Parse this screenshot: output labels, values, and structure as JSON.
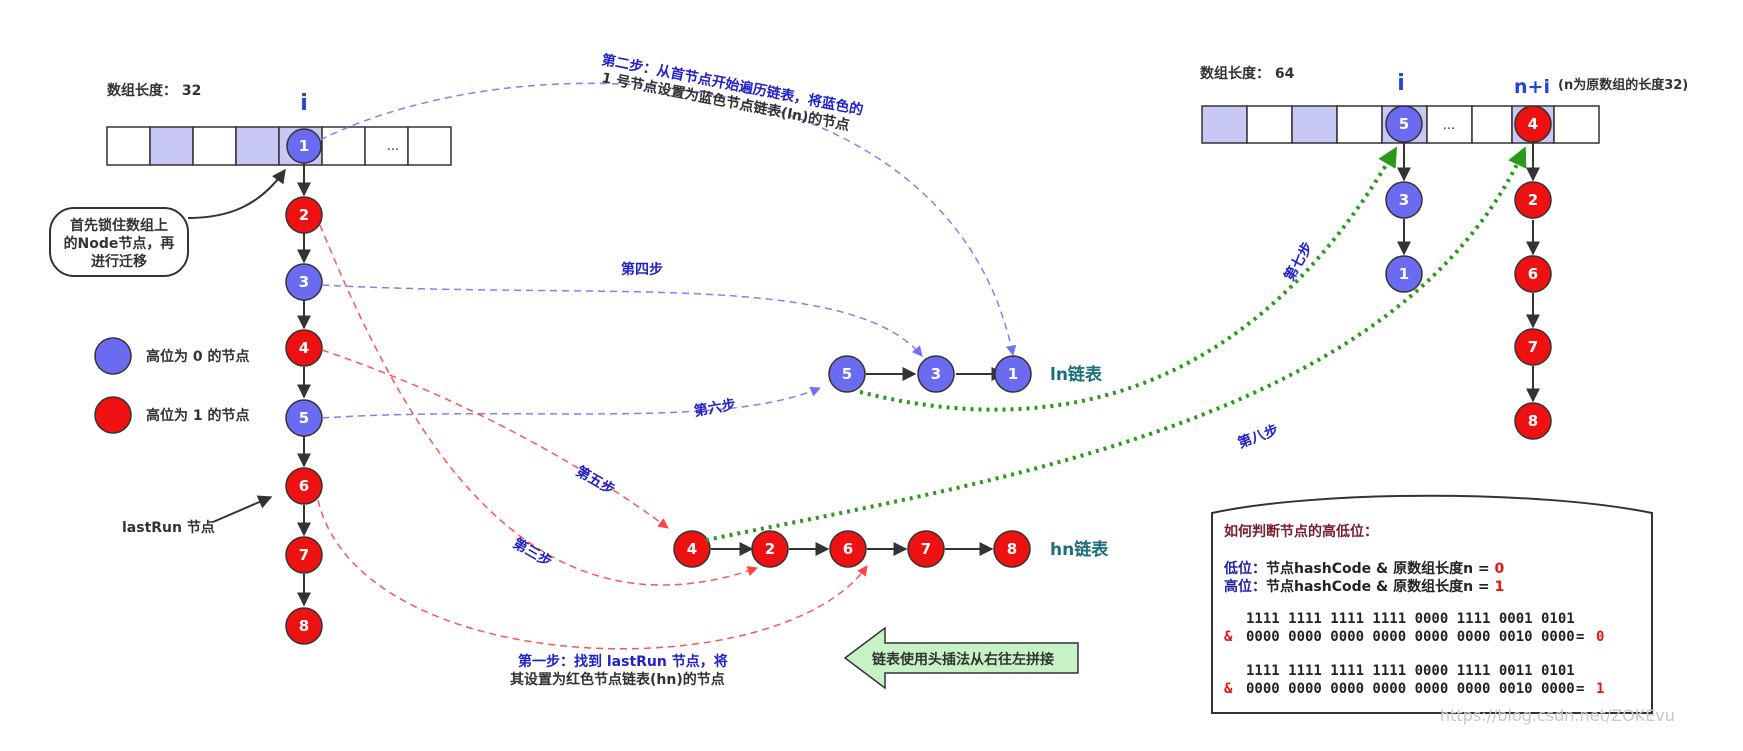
{
  "left_array": {
    "length_label": "数组长度： 32",
    "index_label": "i",
    "dots": "...",
    "highlight_node": "1"
  },
  "right_array": {
    "length_label": "数组长度： 64",
    "index_i": "i",
    "index_ni": "n+i",
    "ni_note": "(n为原数组的长度32)",
    "dots": "...",
    "node_i": "5",
    "node_ni": "4"
  },
  "original_chain": [
    "1",
    "2",
    "3",
    "4",
    "5",
    "6",
    "7",
    "8"
  ],
  "callout": {
    "lines": [
      "首先锁住数组上",
      "的Node节点，再",
      "进行迁移"
    ]
  },
  "legend": {
    "blue_label": "高位为 0 的节点",
    "red_label": "高位为 1 的节点"
  },
  "lastrun_label": "lastRun 节点",
  "ln_list": {
    "nodes": [
      "5",
      "3",
      "1"
    ],
    "label": "ln链表"
  },
  "hn_list": {
    "nodes": [
      "4",
      "2",
      "6",
      "7",
      "8"
    ],
    "label": "hn链表"
  },
  "new_low_chain": [
    "5",
    "3",
    "1"
  ],
  "new_high_chain": [
    "4",
    "2",
    "6",
    "7",
    "8"
  ],
  "steps": {
    "step1_a": "第一步：找到 lastRun 节点，将",
    "step1_b": "其设置为红色节点链表(hn)的节点",
    "step2_a": "第二步：从首节点开始遍历链表，将蓝色的",
    "step2_b": "1 号节点设置为蓝色节点链表(ln)的节点",
    "step3": "第三步",
    "step4": "第四步",
    "step5": "第五步",
    "step6": "第六步",
    "step7": "第七步",
    "step8": "第八步"
  },
  "head_insert_label": "链表使用头插法从右往左拼接",
  "info_box": {
    "title": "如何判断节点的高低位：",
    "low_prefix": "低位：",
    "low_text": "节点hashCode & 原数组长度n = ",
    "low_value": "0",
    "high_prefix": "高位：",
    "high_text": "节点hashCode & 原数组长度n = ",
    "high_value": "1",
    "ex1_line1": "1111 1111 1111 1111 0000 1111 0001 0101",
    "ex1_amp": "&",
    "ex1_line2": "0000 0000 0000 0000 0000 0000 0010 0000",
    "ex1_eq": "=",
    "ex1_result": "0",
    "ex2_line1": "1111 1111 1111 1111 0000 1111 0011 0101",
    "ex2_amp": "&",
    "ex2_line2": "0000 0000 0000 0000 0000 0000 0010 0000",
    "ex2_eq": "=",
    "ex2_result": "1"
  },
  "watermark": "https://blog.csdn.net/ZOKEvu",
  "colors": {
    "blue_node": "#6b6bf2",
    "red_node": "#ee1111",
    "cell_highlight": "#c8c8f5",
    "step_blue": "#2222cc",
    "green_arrow": "#2a9a1a",
    "red_dash": "#ff5555",
    "blue_dash": "#8080ff"
  }
}
